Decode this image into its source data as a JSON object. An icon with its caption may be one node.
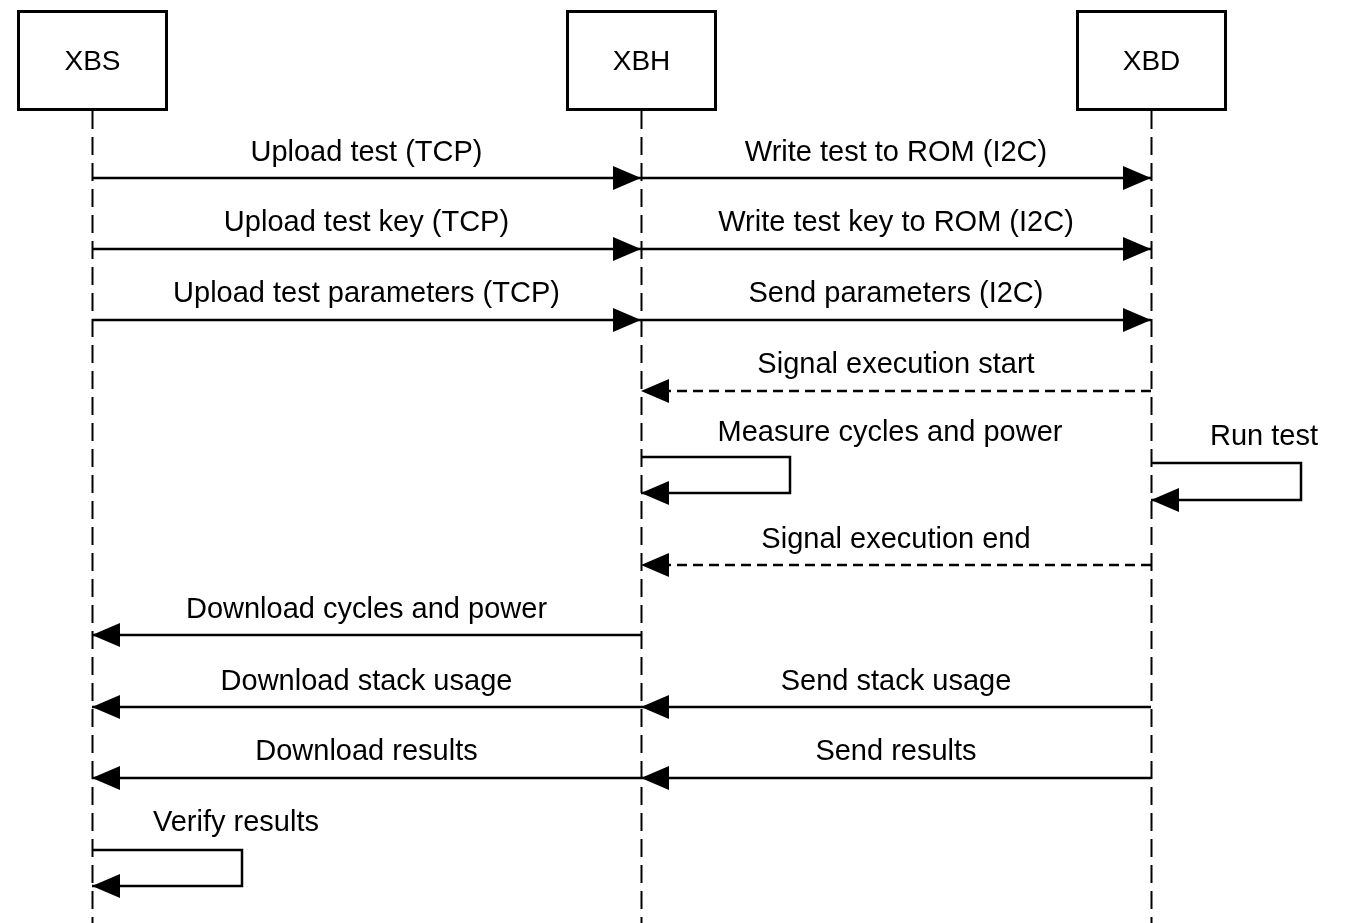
{
  "diagram": {
    "nodes": [
      {
        "text": [
          "XBS"
        ]
      },
      {
        "text": [
          "XBH"
        ]
      },
      {
        "text": [
          "XBD"
        ]
      }
    ],
    "edges": [
      {
        "from": 0,
        "to": 1,
        "arrow": "to",
        "label": "Upload test (TCP)"
      },
      {
        "from": 1,
        "to": 2,
        "arrow": "to",
        "label": "Write test to ROM (I2C)"
      },
      {
        "from": 0,
        "to": 1,
        "arrow": "to",
        "label": "Upload test key (TCP)"
      },
      {
        "from": 1,
        "to": 2,
        "arrow": "to",
        "label": "Write test key to ROM (I2C)"
      },
      {
        "from": 0,
        "to": 1,
        "arrow": "to",
        "label": "Upload test parameters (TCP)"
      },
      {
        "from": 1,
        "to": 2,
        "arrow": "to",
        "label": "Send parameters (I2C)"
      },
      {
        "from": 2,
        "to": 1,
        "arrow": "to",
        "label": "Signal execution start",
        "style": "dashed"
      },
      {
        "from": 1,
        "to": 1,
        "arrow": "to",
        "label": "Measure cycles and power"
      },
      {
        "from": 2,
        "to": 2,
        "arrow": "to",
        "label": "Run test"
      },
      {
        "from": 2,
        "to": 1,
        "arrow": "to",
        "label": "Signal execution end",
        "style": "dashed"
      },
      {
        "from": 1,
        "to": 0,
        "arrow": "to",
        "label": "Download cycles and power"
      },
      {
        "from": 1,
        "to": 0,
        "arrow": "to",
        "label": "Download stack usage"
      },
      {
        "from": 2,
        "to": 1,
        "arrow": "to",
        "label": "Send stack usage"
      },
      {
        "from": 1,
        "to": 0,
        "arrow": "to",
        "label": "Download results"
      },
      {
        "from": 2,
        "to": 1,
        "arrow": "to",
        "label": "Send results"
      },
      {
        "from": 0,
        "to": 0,
        "arrow": "to",
        "label": "Verify results"
      }
    ]
  }
}
